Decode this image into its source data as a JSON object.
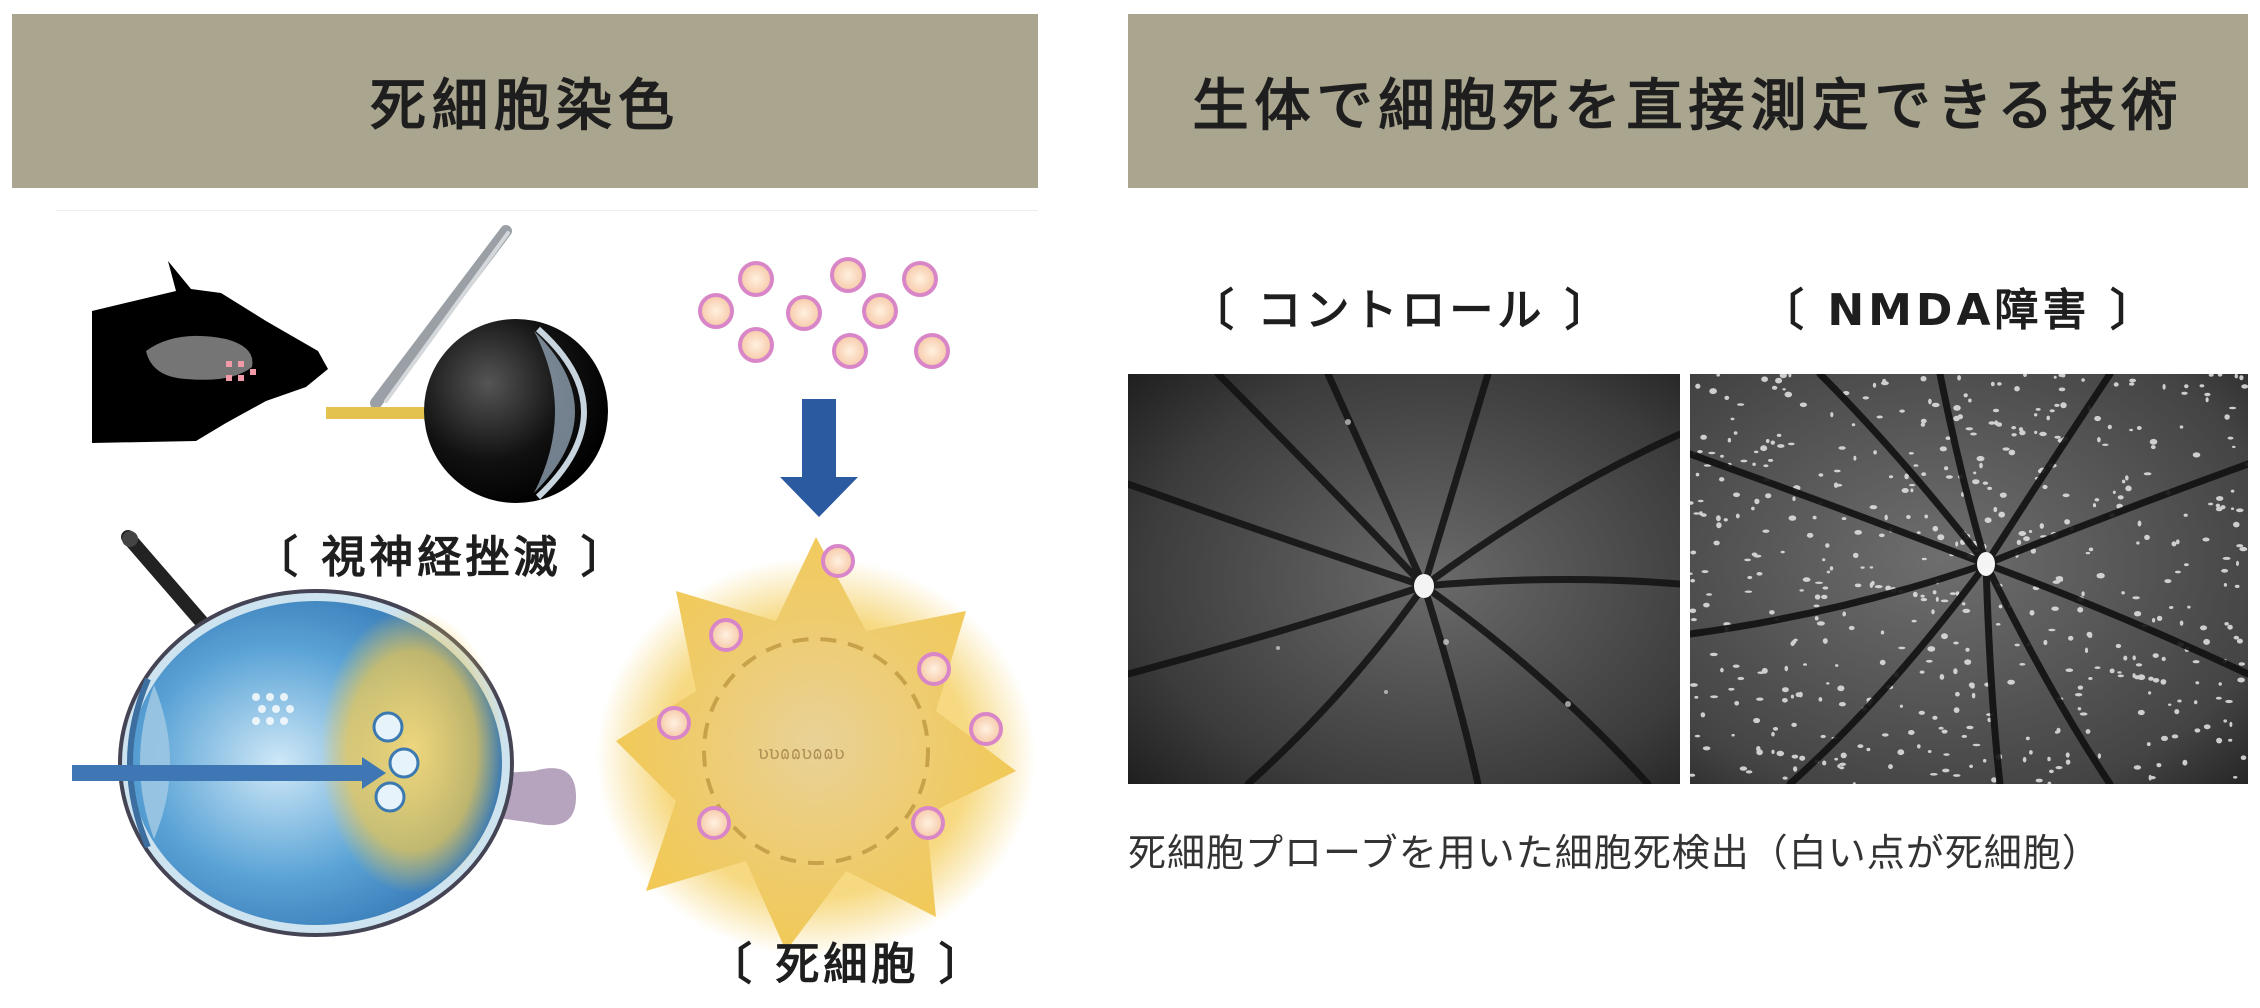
{
  "headers": {
    "left": "死細胞染色",
    "right": "生体で細胞死を直接測定できる技術"
  },
  "left_panel": {
    "optic_nerve_label": "〔 視神経挫滅 〕",
    "dead_cell_label": "〔 死細胞 〕"
  },
  "right_panel": {
    "control_label": "〔 コントロール 〕",
    "nmda_label": "〔 NMDA障害 〕",
    "caption": "死細胞プローブを用いた細胞死検出（白い点が死細胞）"
  },
  "colors": {
    "header_bg": "#a9a58e",
    "arrow": "#2c5aa0",
    "probe_ring": "#d986c8",
    "probe_fill": "#fbe2c8",
    "dead_cell_glow": "#f3c94c"
  },
  "icons": [
    "mouse-silhouette-icon",
    "forceps-icon",
    "eyeball-icon",
    "syringe-icon",
    "eye-cross-section-icon",
    "down-arrow-icon",
    "probe-dot-icon",
    "dead-cell-star-icon"
  ]
}
